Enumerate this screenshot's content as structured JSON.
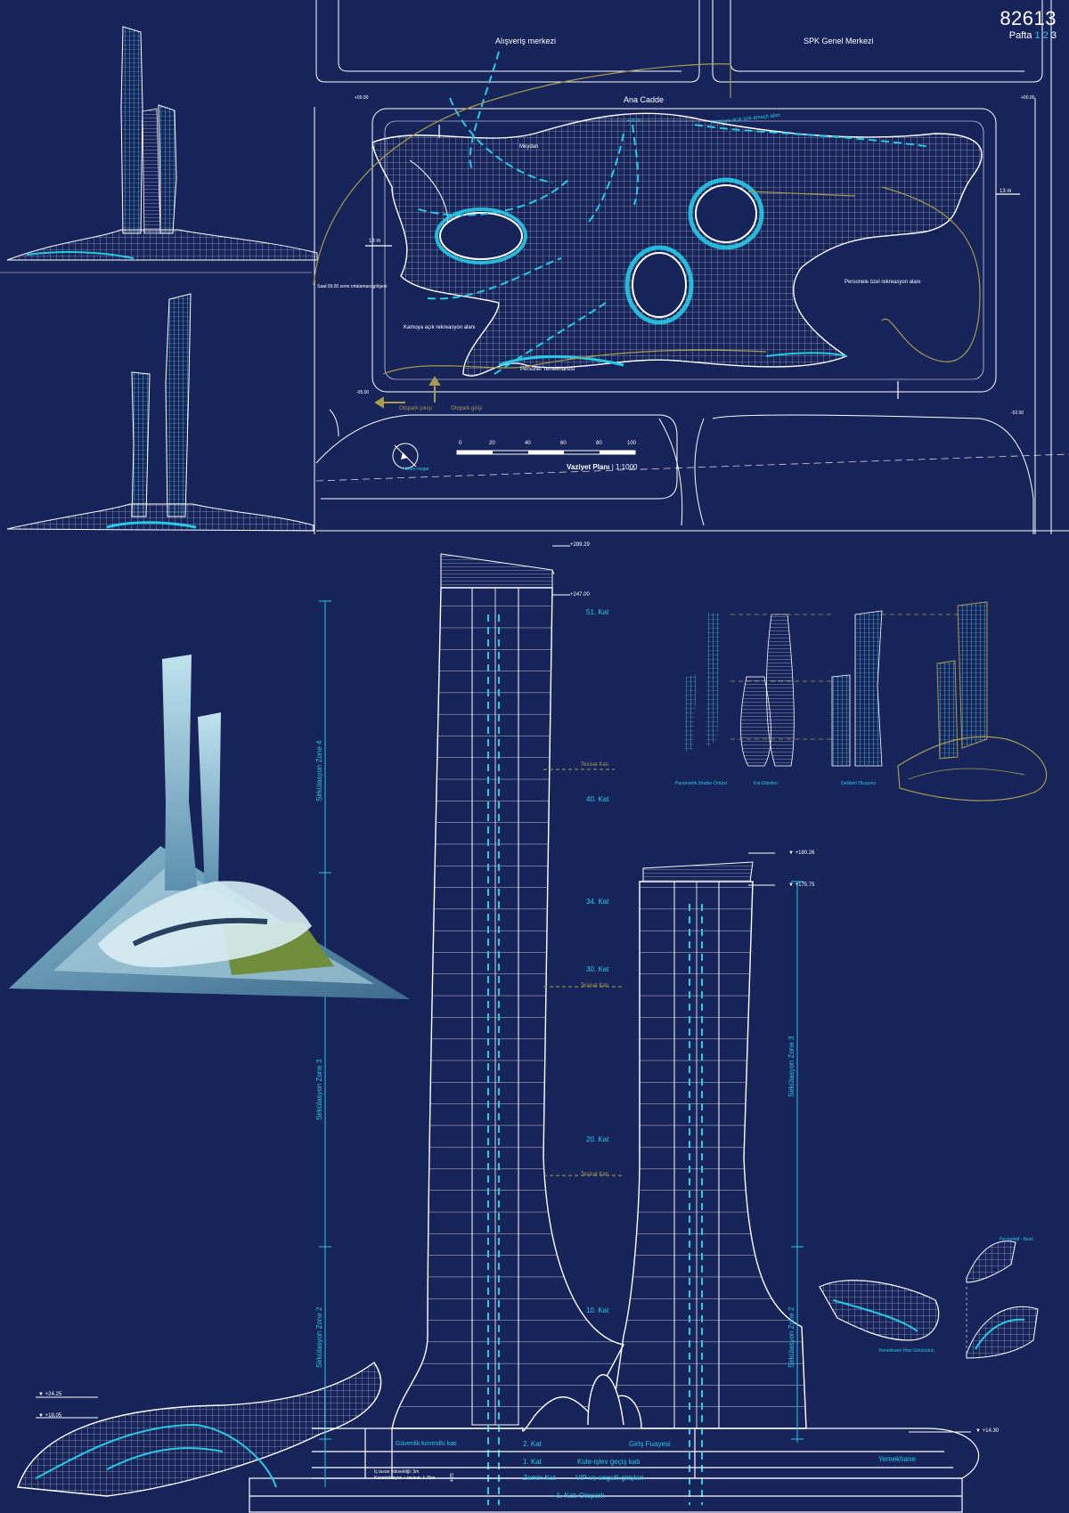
{
  "sheet": {
    "number": "82613",
    "pafta_label": "Pafta",
    "pafta_1": "1",
    "pafta_2": "2",
    "pafta_3": "3"
  },
  "site_plan": {
    "title": "Vaziyet Planı",
    "scale": "| 1:1000",
    "scale_ticks": [
      "0",
      "20",
      "40",
      "60",
      "80",
      "100"
    ],
    "wind_label": "Hakim rüzgar",
    "labels": {
      "mall": "Alışveriş merkezi",
      "spk": "SPK Genel Merkezi",
      "avenue": "Ana Cadde",
      "square": "Meydan",
      "staff_rec": "Personele özel rekreasyon alanı",
      "public_rec": "Kamuya açık rekreasyon alanı",
      "staff_dining": "Personel Yemekhanesi",
      "parking_exit": "Otopark çıkışı",
      "parking_entry": "Otopark girişi",
      "public_path": "Kamuya açık çok amaçlı alan",
      "shadow": "Saat 09.00 sene ortalaması gölgesi",
      "dim_13_left": "13 m",
      "dim_13_right": "13 m"
    },
    "levels": [
      "+00.00",
      "+00.00",
      "+00.00",
      "-05.00",
      "-02.00"
    ]
  },
  "section": {
    "elevations": {
      "top_a": "+289.29",
      "roof_a": "+247.00",
      "top_b": "▼ +180.26",
      "roof_b": "▼ +175.75",
      "podium_a": "▼ +24.25",
      "podium_b": "▼ +18.05",
      "podium_c": "▼ +14.30"
    },
    "floors": {
      "f51": "51. Kat",
      "f40": "40. Kat",
      "f34": "34. Kat",
      "f30": "30. Kat",
      "f20": "20. Kat",
      "f10": "10. Kat",
      "f2": "2. Kat",
      "f1": "1. Kat",
      "f0": "Zemin Kat",
      "fm1": "-1. Kat: Otopark"
    },
    "mechanical": [
      "Tesisat Katı",
      "Tesisat Katı",
      "Tesisat Katı"
    ],
    "zones": {
      "z4": "Sirkülasyon Zone 4",
      "z3a": "Sirkülasyon Zone 3",
      "z3b": "Sirkülasyon Zone 3",
      "z2a": "Sirkülasyon Zone 2",
      "z2b": "Sirkülasyon Zone 2"
    },
    "programs": {
      "lobby": "Giriş Fuayesi",
      "transfer": "Kule-işlev geçiş katı",
      "vip": "VIP ve engelli girişleri",
      "dining": "Yemekhane",
      "podium_deck": "Güvenlik kontrollü katı",
      "heights": "İç tavan yüksekliği: 3m",
      "structure": "Konstrüksiyon + tesisat: 1.75m",
      "dim_475": "4.75"
    }
  },
  "diagrams": {
    "labels": [
      "Parametrik Shader Örtücü",
      "Kat Dilimleri",
      "Delikleri Oluşumu"
    ]
  },
  "restaurant": {
    "plan": "Yemekhane Plan Görünümü",
    "perspective": "Perspektif - Kesit"
  },
  "colors": {
    "background": "#16245a",
    "line": "#ffffff",
    "accent": "#27c9e6",
    "annotation": "#a89a4e"
  }
}
